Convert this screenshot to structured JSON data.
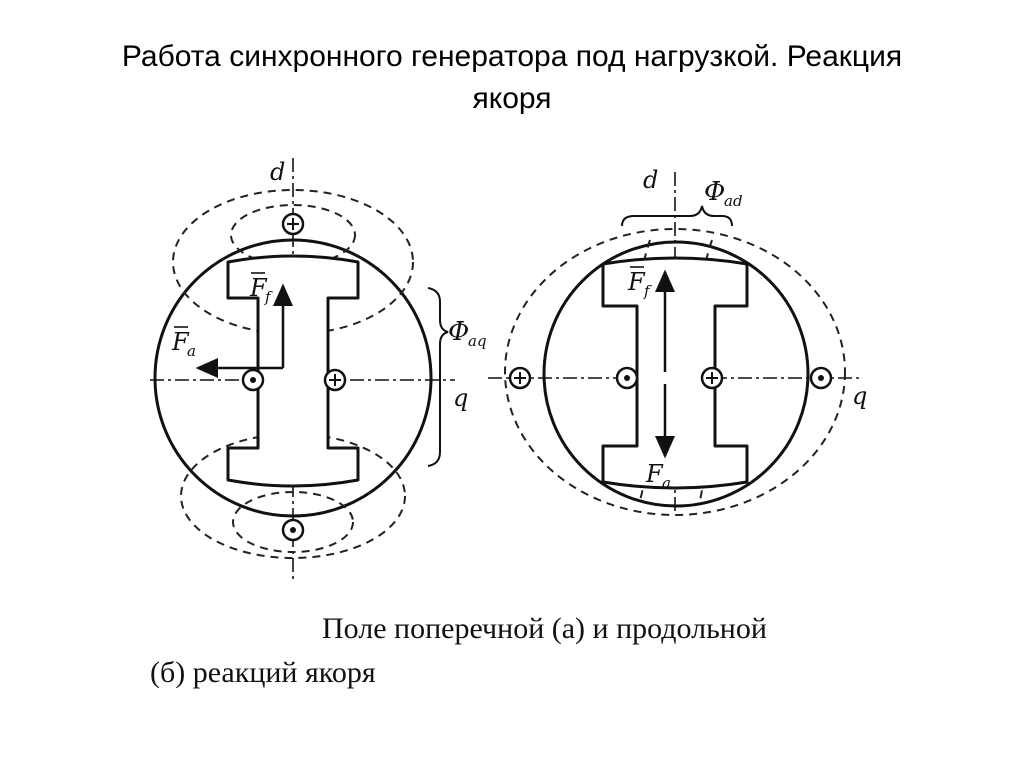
{
  "title_line1": "Работа синхронного генератора под нагрузкой. Реакция",
  "title_line2": "якоря",
  "diagram_a": {
    "axis_d": "d",
    "axis_q": "q",
    "vector_f": "F",
    "vector_f_sub": "f",
    "vector_a": "F",
    "vector_a_sub": "a",
    "flux": "Φ",
    "flux_sub": "aq"
  },
  "diagram_b": {
    "axis_d": "d",
    "axis_q": "q",
    "vector_f": "F",
    "vector_f_sub": "f",
    "vector_a": "F",
    "vector_a_sub": "a",
    "flux": "Φ",
    "flux_sub": "ad"
  },
  "caption_line1": "Поле поперечной (а) и продольной",
  "caption_line2": "(б) реакций якоря"
}
